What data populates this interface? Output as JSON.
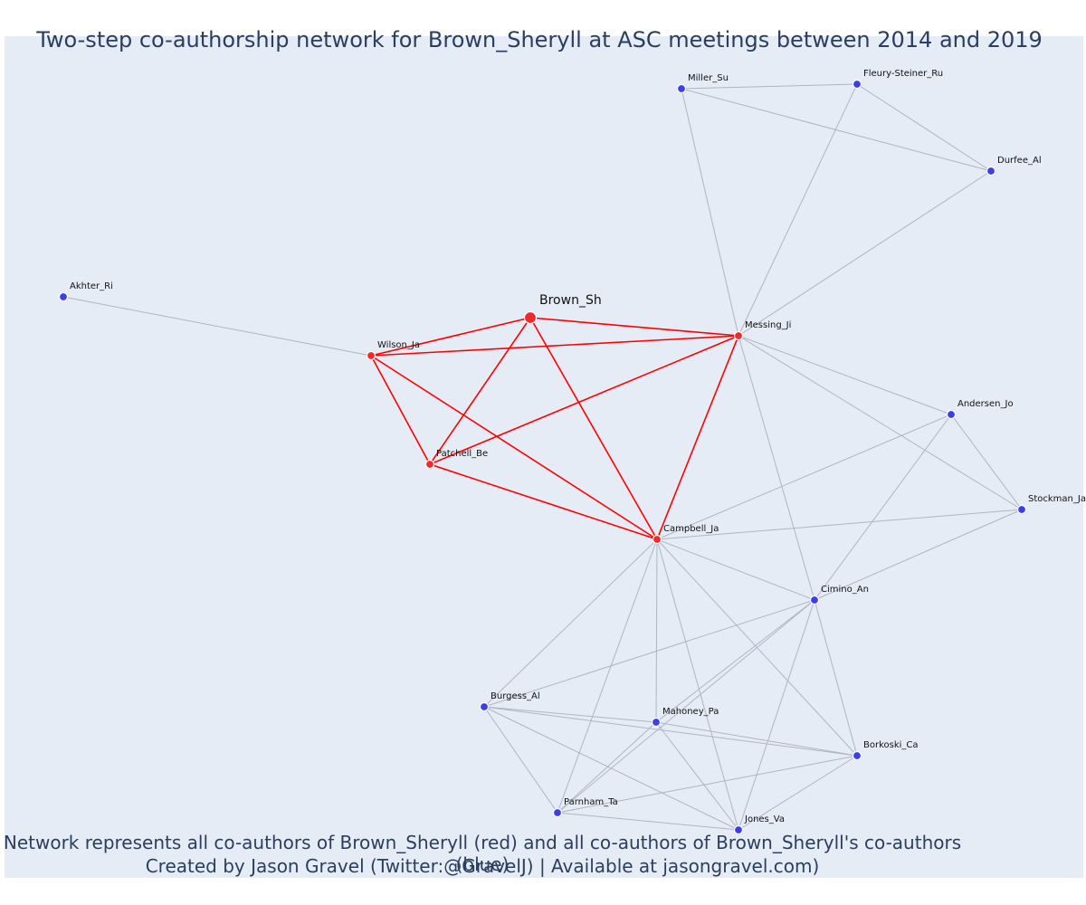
{
  "title": "Two-step co-authorship network for Brown_Sheryll at ASC meetings between 2014 and 2019",
  "footer": {
    "line1": "Network represents all co-authors of Brown_Sheryll (red) and all co-authors of Brown_Sheryll's co-authors (blue)",
    "line2": "Created by Jason Gravel (Twitter:@GravelJ) | Available at jasongravel.com)"
  },
  "colors": {
    "background": "#e5ecf6",
    "focal": "#ef2a2a",
    "coauthor": "#ef2a2a",
    "secondary": "#3b3fe8",
    "red_edge": "#ff0000",
    "grey_edge": "#b0b4c4"
  },
  "nodes": [
    {
      "id": "Brown_Sh",
      "label": "Brown_Sh",
      "group": "focal"
    },
    {
      "id": "Wilson_Ja",
      "label": "Wilson_Ja",
      "group": "coauthor"
    },
    {
      "id": "Patchell_Be",
      "label": "Patchell_Be",
      "group": "coauthor"
    },
    {
      "id": "Messing_Ji",
      "label": "Messing_Ji",
      "group": "coauthor"
    },
    {
      "id": "Campbell_Ja",
      "label": "Campbell_Ja",
      "group": "coauthor"
    },
    {
      "id": "Akhter_Ri",
      "label": "Akhter_Ri",
      "group": "secondary"
    },
    {
      "id": "Miller_Su",
      "label": "Miller_Su",
      "group": "secondary"
    },
    {
      "id": "Fleury-Steiner_Ru",
      "label": "Fleury-Steiner_Ru",
      "group": "secondary"
    },
    {
      "id": "Durfee_Al",
      "label": "Durfee_Al",
      "group": "secondary"
    },
    {
      "id": "Andersen_Jo",
      "label": "Andersen_Jo",
      "group": "secondary"
    },
    {
      "id": "Stockman_Ja",
      "label": "Stockman_Ja",
      "group": "secondary"
    },
    {
      "id": "Cimino_An",
      "label": "Cimino_An",
      "group": "secondary"
    },
    {
      "id": "Burgess_Al",
      "label": "Burgess_Al",
      "group": "secondary"
    },
    {
      "id": "Mahoney_Pa",
      "label": "Mahoney_Pa",
      "group": "secondary"
    },
    {
      "id": "Borkoski_Ca",
      "label": "Borkoski_Ca",
      "group": "secondary"
    },
    {
      "id": "Parnham_Ta",
      "label": "Parnham_Ta",
      "group": "secondary"
    },
    {
      "id": "Jones_Va",
      "label": "Jones_Va",
      "group": "secondary"
    }
  ],
  "edges": [
    {
      "source": "Brown_Sh",
      "target": "Wilson_Ja",
      "kind": "red"
    },
    {
      "source": "Brown_Sh",
      "target": "Messing_Ji",
      "kind": "red"
    },
    {
      "source": "Brown_Sh",
      "target": "Patchell_Be",
      "kind": "red"
    },
    {
      "source": "Brown_Sh",
      "target": "Campbell_Ja",
      "kind": "red"
    },
    {
      "source": "Wilson_Ja",
      "target": "Messing_Ji",
      "kind": "red"
    },
    {
      "source": "Wilson_Ja",
      "target": "Patchell_Be",
      "kind": "red"
    },
    {
      "source": "Wilson_Ja",
      "target": "Campbell_Ja",
      "kind": "red"
    },
    {
      "source": "Patchell_Be",
      "target": "Messing_Ji",
      "kind": "red"
    },
    {
      "source": "Patchell_Be",
      "target": "Campbell_Ja",
      "kind": "red"
    },
    {
      "source": "Messing_Ji",
      "target": "Campbell_Ja",
      "kind": "red"
    },
    {
      "source": "Akhter_Ri",
      "target": "Wilson_Ja",
      "kind": "grey"
    },
    {
      "source": "Miller_Su",
      "target": "Fleury-Steiner_Ru",
      "kind": "grey"
    },
    {
      "source": "Miller_Su",
      "target": "Durfee_Al",
      "kind": "grey"
    },
    {
      "source": "Fleury-Steiner_Ru",
      "target": "Durfee_Al",
      "kind": "grey"
    },
    {
      "source": "Miller_Su",
      "target": "Messing_Ji",
      "kind": "grey"
    },
    {
      "source": "Fleury-Steiner_Ru",
      "target": "Messing_Ji",
      "kind": "grey"
    },
    {
      "source": "Durfee_Al",
      "target": "Messing_Ji",
      "kind": "grey"
    },
    {
      "source": "Messing_Ji",
      "target": "Andersen_Jo",
      "kind": "grey"
    },
    {
      "source": "Messing_Ji",
      "target": "Stockman_Ja",
      "kind": "grey"
    },
    {
      "source": "Messing_Ji",
      "target": "Cimino_An",
      "kind": "grey"
    },
    {
      "source": "Andersen_Jo",
      "target": "Stockman_Ja",
      "kind": "grey"
    },
    {
      "source": "Andersen_Jo",
      "target": "Cimino_An",
      "kind": "grey"
    },
    {
      "source": "Andersen_Jo",
      "target": "Campbell_Ja",
      "kind": "grey"
    },
    {
      "source": "Stockman_Ja",
      "target": "Campbell_Ja",
      "kind": "grey"
    },
    {
      "source": "Stockman_Ja",
      "target": "Cimino_An",
      "kind": "grey"
    },
    {
      "source": "Campbell_Ja",
      "target": "Cimino_An",
      "kind": "grey"
    },
    {
      "source": "Campbell_Ja",
      "target": "Burgess_Al",
      "kind": "grey"
    },
    {
      "source": "Campbell_Ja",
      "target": "Mahoney_Pa",
      "kind": "grey"
    },
    {
      "source": "Campbell_Ja",
      "target": "Borkoski_Ca",
      "kind": "grey"
    },
    {
      "source": "Campbell_Ja",
      "target": "Parnham_Ta",
      "kind": "grey"
    },
    {
      "source": "Campbell_Ja",
      "target": "Jones_Va",
      "kind": "grey"
    },
    {
      "source": "Cimino_An",
      "target": "Burgess_Al",
      "kind": "grey"
    },
    {
      "source": "Cimino_An",
      "target": "Mahoney_Pa",
      "kind": "grey"
    },
    {
      "source": "Cimino_An",
      "target": "Borkoski_Ca",
      "kind": "grey"
    },
    {
      "source": "Cimino_An",
      "target": "Parnham_Ta",
      "kind": "grey"
    },
    {
      "source": "Cimino_An",
      "target": "Jones_Va",
      "kind": "grey"
    },
    {
      "source": "Burgess_Al",
      "target": "Mahoney_Pa",
      "kind": "grey"
    },
    {
      "source": "Burgess_Al",
      "target": "Borkoski_Ca",
      "kind": "grey"
    },
    {
      "source": "Burgess_Al",
      "target": "Parnham_Ta",
      "kind": "grey"
    },
    {
      "source": "Burgess_Al",
      "target": "Jones_Va",
      "kind": "grey"
    },
    {
      "source": "Mahoney_Pa",
      "target": "Borkoski_Ca",
      "kind": "grey"
    },
    {
      "source": "Mahoney_Pa",
      "target": "Parnham_Ta",
      "kind": "grey"
    },
    {
      "source": "Mahoney_Pa",
      "target": "Jones_Va",
      "kind": "grey"
    },
    {
      "source": "Borkoski_Ca",
      "target": "Parnham_Ta",
      "kind": "grey"
    },
    {
      "source": "Borkoski_Ca",
      "target": "Jones_Va",
      "kind": "grey"
    },
    {
      "source": "Parnham_Ta",
      "target": "Jones_Va",
      "kind": "grey"
    }
  ]
}
